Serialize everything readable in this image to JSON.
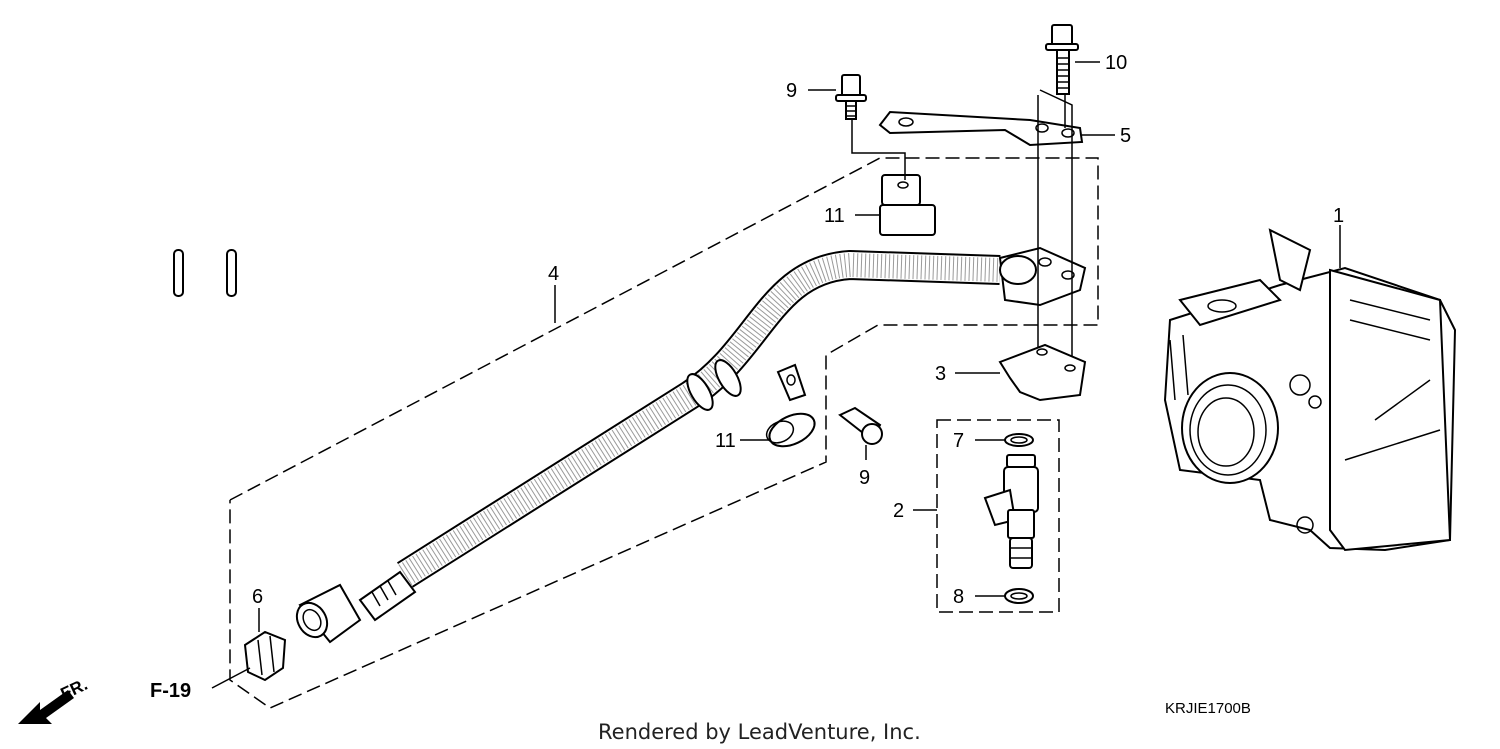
{
  "diagram": {
    "callouts": [
      "1",
      "2",
      "3",
      "4",
      "5",
      "6",
      "7",
      "8",
      "9",
      "9",
      "10",
      "11",
      "11"
    ],
    "reference_label": "F-19",
    "direction_label": "FR.",
    "diagram_code": "KRJIE1700B",
    "credit": "Rendered by LeadVenture, Inc."
  }
}
